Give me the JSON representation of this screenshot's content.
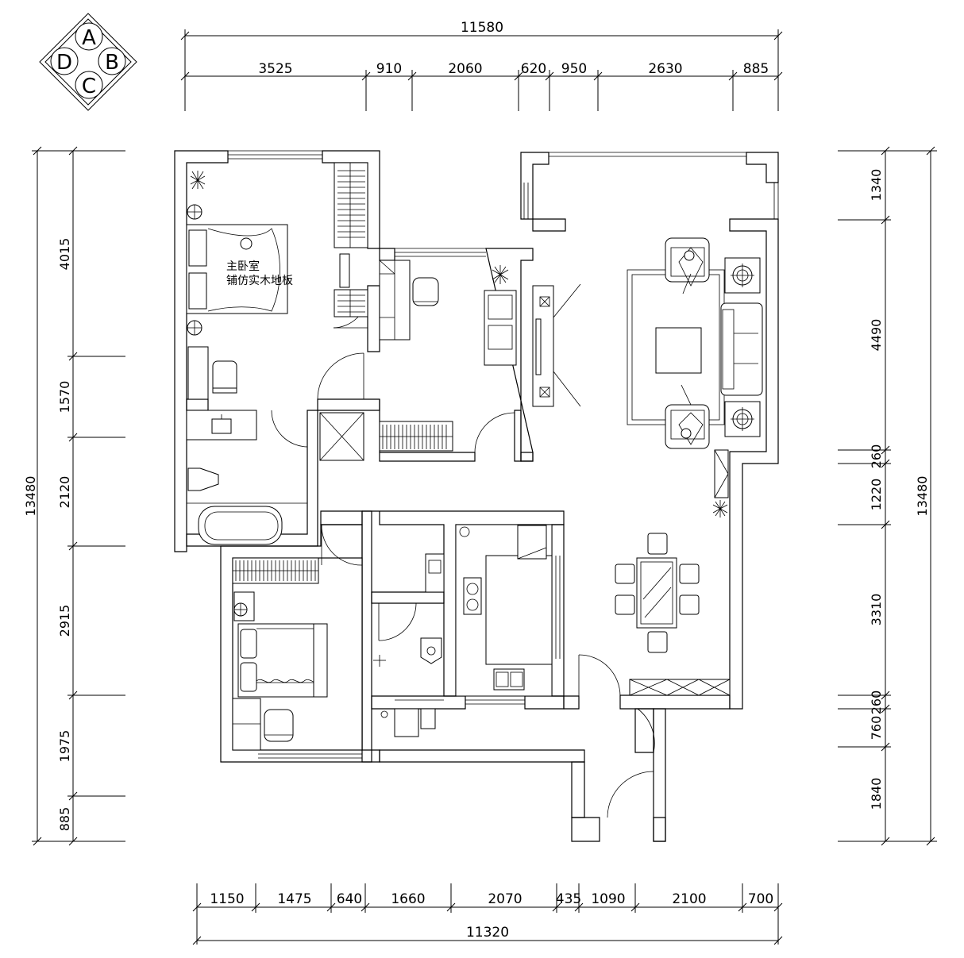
{
  "compass": {
    "letters": [
      "A",
      "B",
      "C",
      "D"
    ]
  },
  "dimensions": {
    "top_total": "11580",
    "top_segments": [
      "3525",
      "910",
      "2060",
      "620",
      "950",
      "2630",
      "885"
    ],
    "bottom_segments": [
      "1150",
      "1475",
      "640",
      "1660",
      "2070",
      "435",
      "1090",
      "2100",
      "700"
    ],
    "bottom_total": "11320",
    "left_total": "13480",
    "left_segments": [
      "4015",
      "1570",
      "2120",
      "2915",
      "1975",
      "885"
    ],
    "right_total": "13480",
    "right_segments": [
      "1340",
      "4490",
      "260",
      "1220",
      "3310",
      "260",
      "760",
      "1840"
    ]
  },
  "rooms": {
    "master_bedroom": {
      "line1": "主卧室",
      "line2": "铺仿实木地板"
    }
  }
}
